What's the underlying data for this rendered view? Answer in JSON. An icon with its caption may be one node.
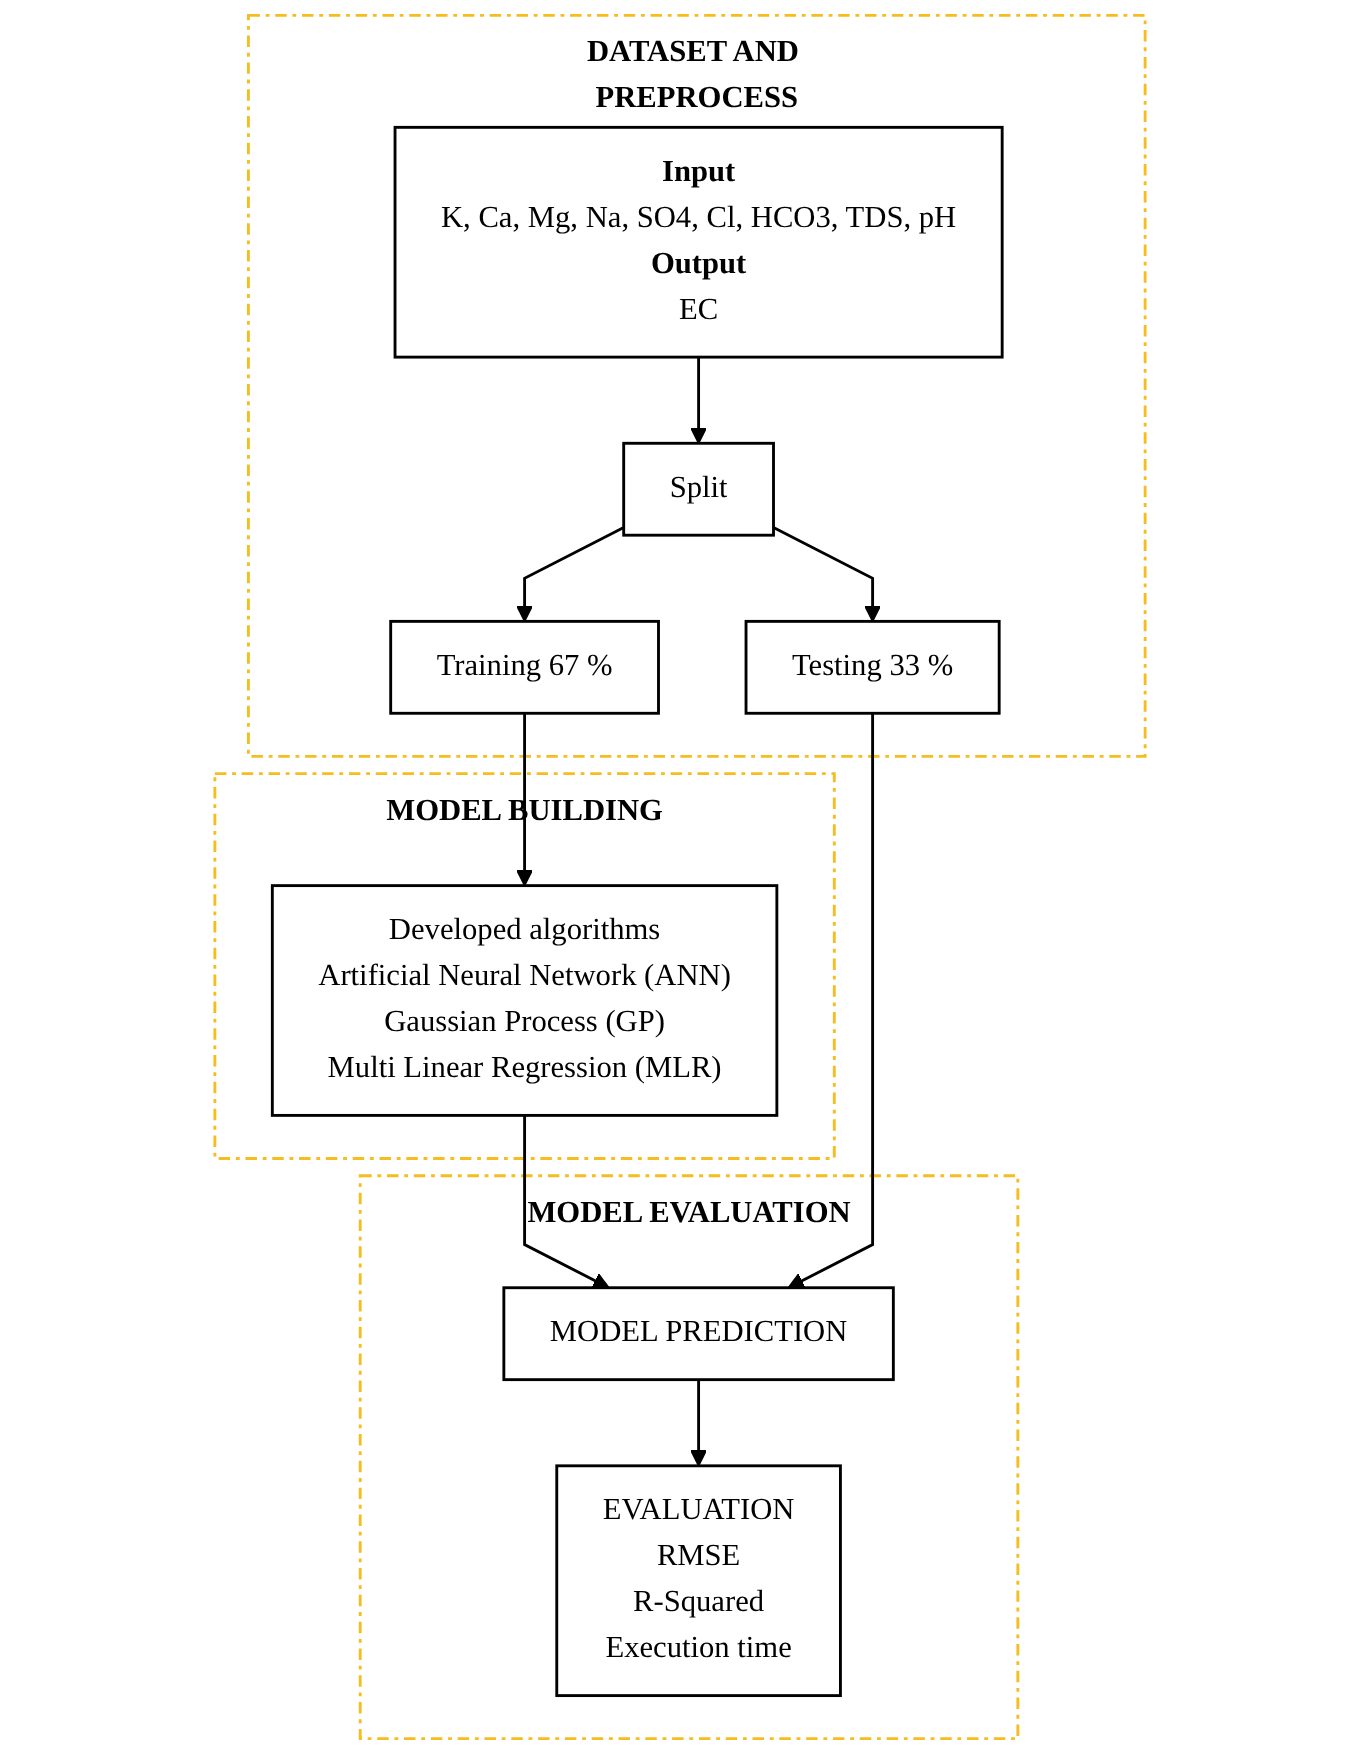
{
  "diagram": {
    "nodes": [
      {
        "text": [
          "DATASET AND PREPROCESS"
        ]
      },
      {
        "text": [
          "Input",
          "K, Ca, Mg, Na, SO4, Cl, HCO3, TDS, pH",
          "Output",
          "EC"
        ],
        "in": 0
      },
      {
        "text": [
          "Training 67 %"
        ],
        "in": 0
      },
      {
        "text": [
          "Split"
        ],
        "in": 0
      },
      {
        "text": [
          "Testing 33 %"
        ],
        "in": 0
      },
      {
        "text": [
          "MODEL BUILDING"
        ]
      },
      {
        "text": [
          "Developed algorithms",
          "Artificial Neural Network (ANN)",
          "Gaussian Process (GP)",
          "Multi Linear Regression (MLR)"
        ],
        "in": 5
      },
      {
        "text": [
          "MODEL EVALUATION"
        ]
      },
      {
        "text": [
          "MODEL PREDICTION"
        ],
        "in": 7
      },
      {
        "text": [
          "EVALUATION",
          "RMSE",
          "R-Squared",
          "Execution time"
        ],
        "in": 7
      }
    ],
    "edges": [
      {
        "from": 1,
        "to": 3,
        "arrow": "to"
      },
      {
        "from": 3,
        "to": 2,
        "arrow": "to"
      },
      {
        "from": 3,
        "to": 4,
        "arrow": "to"
      },
      {
        "from": 2,
        "to": 6,
        "arrow": "to"
      },
      {
        "from": 6,
        "to": 8,
        "arrow": "to"
      },
      {
        "from": 4,
        "to": 8,
        "arrow": "to"
      },
      {
        "from": 8,
        "to": 9,
        "arrow": "to"
      }
    ]
  }
}
